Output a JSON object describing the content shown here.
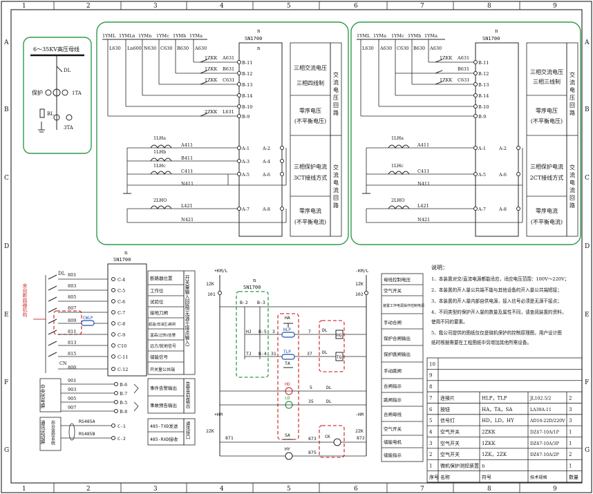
{
  "grid": {
    "cols": [
      "1",
      "2",
      "3",
      "4",
      "5",
      "6",
      "7",
      "8",
      "9"
    ],
    "rows": [
      "A",
      "B",
      "C",
      "D",
      "E",
      "F",
      "G"
    ]
  },
  "bus_panel": {
    "title": "6～35KV高压母线",
    "dl": "DL",
    "protect": "保护",
    "ta1": "1TA",
    "bl": "BL",
    "ta3": "3TA"
  },
  "unit_left": {
    "device": "n",
    "model": "SN1700",
    "sub": "n",
    "top_labels": [
      "1YML",
      "1YMLn",
      "1YMn",
      "1YMc",
      "1YMb",
      "1YMa"
    ],
    "wire_labels": [
      "L630",
      "Ln600",
      "N630",
      "C630",
      "B630",
      "A630"
    ],
    "switch_labels": [
      "1ZKK",
      "1ZKK",
      "1ZKK",
      "2ZKK"
    ],
    "line_labels": [
      "A631",
      "B631",
      "C631",
      "L631"
    ],
    "b_terms": [
      "B-11",
      "B-12",
      "B-13",
      "B-14",
      "B-10",
      "B-9"
    ],
    "ct_labels": [
      "1LHa",
      "1LHb",
      "1LHc",
      "2LHO"
    ],
    "cur_labels": [
      "A411",
      "B411",
      "C411",
      "N411",
      "L421",
      "N421"
    ],
    "a_terms": [
      "A-1",
      "A-3",
      "A-5",
      "A-7"
    ],
    "a_terms_r": [
      "A-2",
      "A-4",
      "A-6",
      "A-8"
    ],
    "desc1": [
      "三相交流电压",
      "三相四线制"
    ],
    "desc2": [
      "零序电压",
      "(不平衡电压)"
    ],
    "desc3": [
      "三相保护电流",
      "3CT接线方式"
    ],
    "desc4": [
      "零序电流",
      "(不平衡电流)"
    ],
    "side1": "交流电压回路",
    "side2": "交流电流回路"
  },
  "unit_right": {
    "device": "n",
    "model": "SN1700",
    "top_labels": [
      "1YML",
      "1YMa",
      "1YMc",
      "1YMb",
      "1YMa"
    ],
    "wire_labels": [
      "L630",
      "A630",
      "C630",
      "B630",
      "A630"
    ],
    "switch_labels": [
      "1ZKK",
      "1ZKK"
    ],
    "line_labels": [
      "A631",
      "B631",
      "C631"
    ],
    "b_terms": [
      "B-11",
      "B-12",
      "B-13",
      "B-14",
      "B-10",
      "B-9"
    ],
    "ct_labels": [
      "1LHa",
      "1LHc",
      "2LHO"
    ],
    "cur_labels": [
      "A411",
      "C411",
      "N411",
      "L421",
      "N421"
    ],
    "a_terms": [
      "A-1",
      "A-5",
      "A-7"
    ],
    "a_terms_r": [
      "A-2",
      "A-6",
      "A-8"
    ],
    "desc1": [
      "三相交流电压",
      "三相三线制"
    ],
    "desc2": [
      "零序电压",
      "(不平衡电压)"
    ],
    "desc3": [
      "三相保护电流",
      "2CT接线方式"
    ],
    "desc4": [
      "零序电流",
      "(不平衡电流)"
    ],
    "side1": "交流电压回路",
    "side2": "交流电流回路"
  },
  "input_section": {
    "device": "n",
    "model": "SN1700",
    "dl": "DL",
    "red_label": "来自断路器机构",
    "wires": [
      "801",
      "803",
      "805",
      "807",
      "809",
      "811",
      "813",
      "815",
      "800"
    ],
    "c_terms": [
      "C-4",
      "C-5",
      "C-6",
      "C-7",
      "C-8",
      "C-9",
      "C10",
      "C-11",
      "C-12"
    ],
    "cwlp": "CWLP",
    "cn": "CN",
    "functions": [
      "断路器位置",
      "工作位",
      "试验位",
      "接地刀闸",
      "超温(低油压)跳闸",
      "温高(过热)告警",
      "远方/就地信号",
      "储能信号",
      "开关量公共端"
    ],
    "side": "开关量输入回路(无源干接点输入)",
    "signal_wires": [
      "901",
      "903",
      "905",
      "907"
    ],
    "b_terms": [
      "B-6",
      "B-7",
      "B-5",
      "B-8"
    ],
    "center_signal": "中央信号屏",
    "signal_functions": [
      "事件告警输出",
      "事故预告输出"
    ],
    "signal_side": "告警类型输出",
    "comm_screen": "通讯远动屏",
    "comm_screen2": "后台监控系统",
    "rs485a": "RS485A",
    "rs485b": "RS485B",
    "comm_terms": [
      "C-1",
      "C-2"
    ],
    "comm_functions": [
      "485-TXD发送",
      "485-RXD接收"
    ],
    "comm_side": "通讯接口"
  },
  "control_section": {
    "km_left": "+KM/L",
    "km_right": "-KM/L",
    "zk1": "1ZK",
    "zk1r": "1ZK",
    "n101": "101",
    "n102": "102",
    "device": "n",
    "model": "SN1700",
    "b2": "B-2",
    "b3": "B-3",
    "hj": "HJ",
    "tj": "TJ",
    "b5": "B-5",
    "b4": "B-4",
    "n3": "3",
    "n31": "31",
    "hlp": "HLP",
    "tlp": "TLP",
    "ha": "HA",
    "ta": "TA",
    "n7": "7",
    "n37": "37",
    "hq": "HQ",
    "tq": "TQ",
    "hd": "HD",
    "ld": "LD",
    "n5": "5",
    "n35": "35",
    "hm_left": "+HM",
    "hm_right": "-HM",
    "zk2": "2ZK",
    "zk2r": "2ZK",
    "n871": "871",
    "n872": "872",
    "sa": "SA",
    "hy": "HY",
    "n873": "873",
    "n875": "875",
    "ck": "CK",
    "dl_labels": [
      "DL",
      "DL",
      "DL",
      "DL"
    ],
    "functions": [
      "母线控制电压",
      "空气开关",
      "装置工作电源操作控制电源",
      "手动合闸",
      "保护合闸输出",
      "保护跳闸输出",
      "手动跳闸",
      "合闸指示",
      "跳闸指示",
      "合闸母线",
      "空气开关",
      "储能电机",
      "储能指示"
    ]
  },
  "notes": {
    "title": "说明：",
    "items": [
      "1、本装置对交/直流电源都能适应，适应电压范围：100V～220V；",
      "2、本装置的开入量公共端不能与其他设备的开入量公共端短接；",
      "3、本装置的开入量内部自供电源，接入信号必须是无源干接点；",
      "4、不同类型的保护开入量的数量及属性不同，请查阅装置的资料，",
      "    使用不同的要素。",
      "5、我公司提供的图纸仅仅是微机保护的控制原理图，用户设计图",
      "    纸时根据需要在工程图纸中另增加其他所需设备。"
    ]
  },
  "bom": {
    "header": [
      "序号",
      "名称",
      "符号",
      "技术规格",
      "数量"
    ],
    "rows": [
      [
        "10",
        "",
        "",
        "",
        ""
      ],
      [
        "9",
        "",
        "",
        "",
        ""
      ],
      [
        "8",
        "",
        "",
        "",
        ""
      ],
      [
        "7",
        "连接片",
        "HLP，TLP",
        "JL102.5/2",
        "2"
      ],
      [
        "6",
        "按钮",
        "HA，TA，SA",
        "LA39A-11",
        "3"
      ],
      [
        "5",
        "信号灯",
        "HD，LD，HY",
        "AD16-22D/220V",
        "3"
      ],
      [
        "4",
        "空气开关",
        "2ZKK",
        "DZ47-10A/1P",
        "1"
      ],
      [
        "3",
        "空气开关",
        "1ZKK",
        "DZ47-10A/3P",
        "1"
      ],
      [
        "2",
        "空气开关",
        "1ZK，2ZK",
        "DZ47-10A/2P",
        "2"
      ],
      [
        "1",
        "微机保护测控装置",
        "n",
        "",
        "1"
      ]
    ]
  }
}
